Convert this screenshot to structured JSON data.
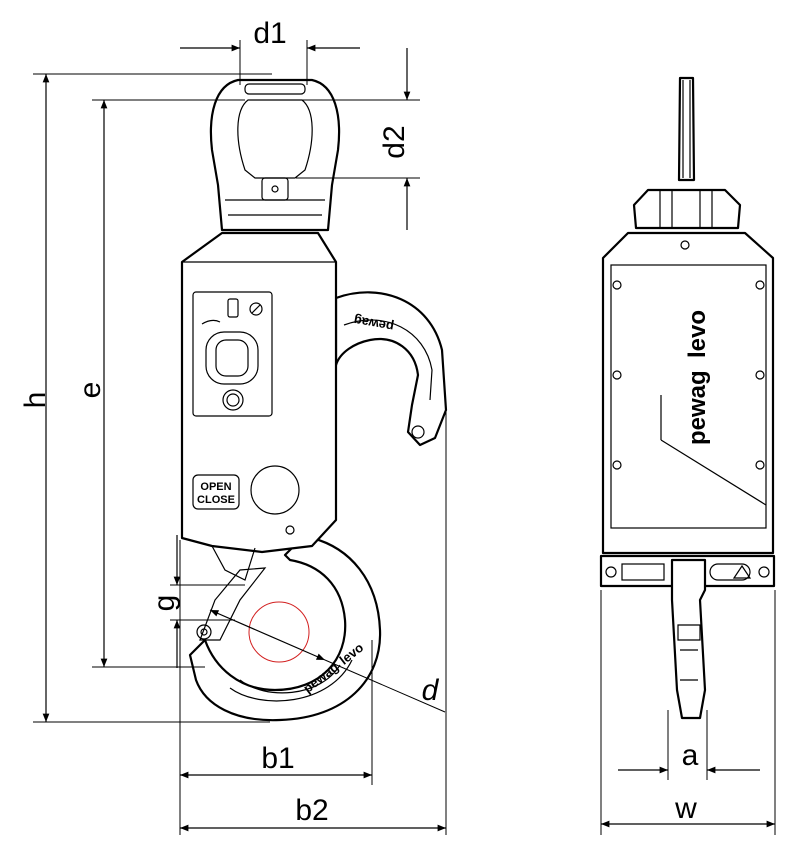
{
  "dimensions": {
    "d1": "d1",
    "d2": "d2",
    "h": "h",
    "e": "e",
    "g": "g",
    "b1": "b1",
    "b2": "b2",
    "d": "d",
    "a": "a",
    "w": "w"
  },
  "brand": {
    "maker": "pewag",
    "product": "levo"
  },
  "button": {
    "open": "OPEN",
    "close": "CLOSE"
  },
  "colors": {
    "line": "#000000",
    "load_circle": "#d22020"
  }
}
